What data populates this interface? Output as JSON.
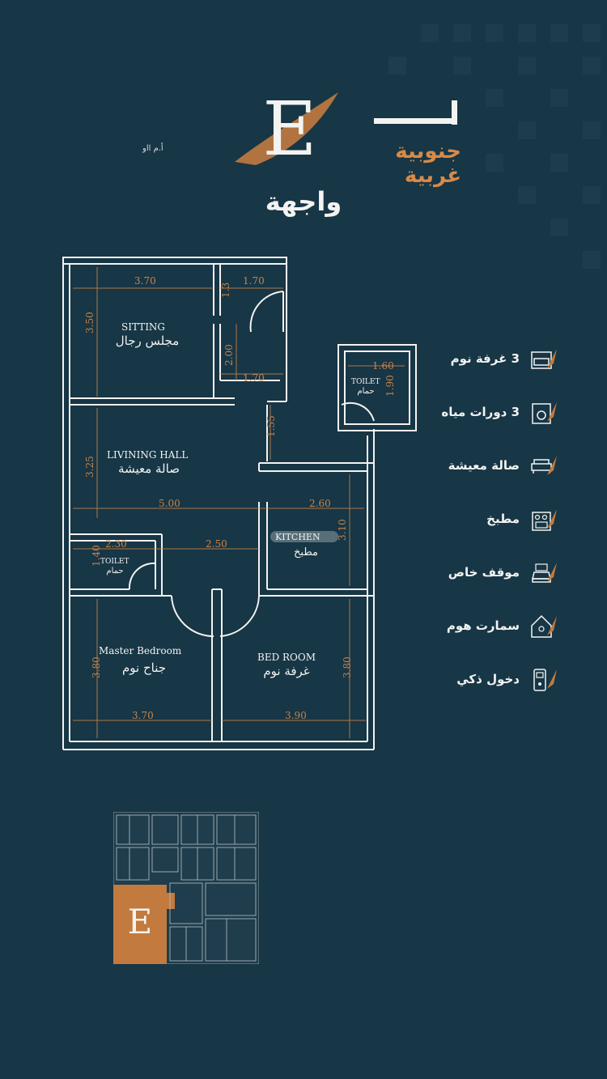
{
  "header": {
    "unit_letter": "E",
    "direction": "جنوبية غربية",
    "facade": "واجهة",
    "small_logo": "أ.م ااو"
  },
  "plan": {
    "rooms": [
      {
        "en": "SITTING",
        "ar": "مجلس رجال"
      },
      {
        "en": "LIVINING HALL",
        "ar": "صالة معيشة"
      },
      {
        "en": "KITCHEN",
        "ar": "مطبخ"
      },
      {
        "en": "TOILET",
        "ar": "حمام"
      },
      {
        "en": "TOILET",
        "ar": "حمام"
      },
      {
        "en": "Master Bedroom",
        "ar": "جناح نوم"
      },
      {
        "en": "BED ROOM",
        "ar": "غرفة نوم"
      }
    ],
    "dimensions": [
      "3.70",
      "1.70",
      "3.50",
      "1.3",
      "2.00",
      "1.70",
      "1.60",
      "1.90",
      "1.55",
      "3.25",
      "5.00",
      "2.60",
      "3.10",
      "2.30",
      "1.40",
      "2.50",
      "3.80",
      "3.80",
      "3.70",
      "3.90"
    ]
  },
  "features": [
    {
      "label": "3 غرفة نوم",
      "icon": "bedroom-icon"
    },
    {
      "label": "3 دورات مياه",
      "icon": "bathroom-icon"
    },
    {
      "label": "صالة معيشة",
      "icon": "sofa-icon"
    },
    {
      "label": "مطبخ",
      "icon": "kitchen-icon"
    },
    {
      "label": "موقف خاص",
      "icon": "parking-icon"
    },
    {
      "label": "سمارت هوم",
      "icon": "smart-home-icon"
    },
    {
      "label": "دخول ذكي",
      "icon": "smart-entry-icon"
    }
  ],
  "keyplan": {
    "unit_letter": "E"
  },
  "colors": {
    "background": "#173646",
    "accent": "#d88a47",
    "line": "#f3f3f1",
    "dimension": "#c98448"
  }
}
